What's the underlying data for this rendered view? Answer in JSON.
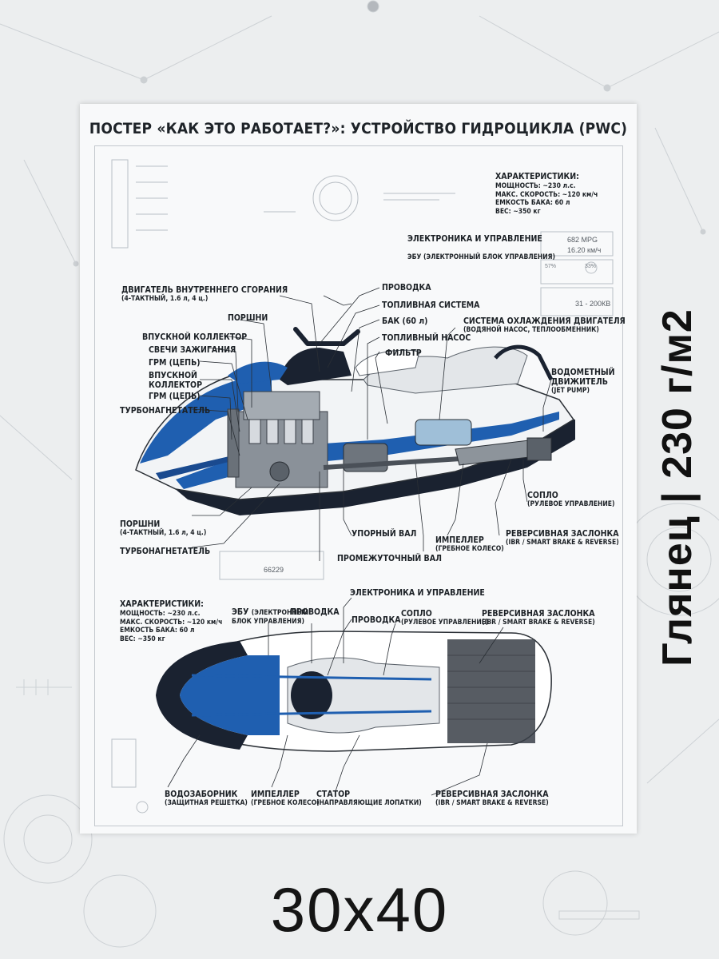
{
  "poster": {
    "title": "ПОСТЕР «КАК ЭТО РАБОТАЕТ?»: УСТРОЙСТВО ГИДРОЦИКЛА (PWC)",
    "specs_top": {
      "heading": "ХАРАКТЕРИСТИКИ:",
      "lines": [
        "МОЩНОСТЬ: ~230 л.с.",
        "МАКС. СКОРОСТЬ: ~120 км/ч",
        "ЕМКОСТЬ БАКА: 60 л",
        "ВЕС: ~350 кг"
      ]
    },
    "specs_bottom": {
      "heading": "ХАРАКТЕРИСТИКИ:",
      "lines": [
        "МОЩНОСТЬ: ~230 л.с.",
        "МАКС. СКОРОСТЬ: ~120 км/ч",
        "ЕМКОСТЬ БАКА: 60 л",
        "ВЕС: ~350 кг"
      ]
    },
    "side_labels": {
      "electronics": "ЭЛЕКТРОНИКА И УПРАВЛЕНИЕ",
      "ecu": "ЭБУ (ЭЛЕКТРОННЫЙ БЛОК УПРАВЛЕНИЯ)",
      "engine": "ДВИГАТЕЛЬ ВНУТРЕННЕГО СГОРАНИЯ",
      "engine_sub": "(4-ТАКТНЫЙ, 1.6 л, 4 ц.)",
      "wiring": "ПРОВОДКА",
      "fuel_system": "ТОПЛИВНАЯ СИСТЕМА",
      "pistons": "ПОРШНИ",
      "tank": "БАК (60 л)",
      "intake_manifold": "ВПУСКНОЙ КОЛЛЕКТОР",
      "fuel_pump": "ТОПЛИВНЫЙ НАСОС",
      "cooling": "СИСТЕМА ОХЛАЖДЕНИЯ ДВИГАТЕЛЯ",
      "cooling_sub": "(ВОДЯНОЙ НАСОС, ТЕПЛООБМЕННИК)",
      "spark_plugs": "СВЕЧИ ЗАЖИГАНИЯ",
      "timing": "ГРМ (ЦЕПЬ)",
      "filter": "ФИЛЬТР",
      "intake_manifold_2a": "ВПУСКНОЙ",
      "intake_manifold_2b": "КОЛЛЕКТОР",
      "waterjet": "ВОДОМЕТНЫЙ",
      "waterjet_2": "ДВИЖИТЕЛЬ",
      "waterjet_sub": "(JET PUMP)",
      "timing_2": "ГРМ (ЦЕПЬ)",
      "turbo": "ТУРБОНАГНЕТАТЕЛЬ",
      "nozzle": "СОПЛО",
      "nozzle_sub": "(РУЛЕВОЕ УПРАВЛЕНИЕ)",
      "pistons_2": "ПОРШНИ",
      "pistons_2_sub": "(4-ТАКТНЫЙ, 1.6 л, 4 ц.)",
      "thrust_shaft": "УПОРНЫЙ ВАЛ",
      "impeller": "ИМПЕЛЛЕР",
      "impeller_sub": "(ГРЕБНОЕ КОЛЕСО)",
      "reverse": "РЕВЕРСИВНАЯ ЗАСЛОНКА",
      "reverse_sub": "(IBR / SMART BRAKE & REVERSE)",
      "turbo_2": "ТУРБОНАГНЕТАТЕЛЬ",
      "intermediate_shaft": "ПРОМЕЖУТОЧНЫЙ ВАЛ"
    },
    "top_labels": {
      "electronics": "ЭЛЕКТРОНИКА И УПРАВЛЕНИЕ",
      "ecu": "ЭБУ",
      "ecu_paren": "(ЭЛЕКТРОННЫЙ",
      "ecu_sub": "БЛОК УПРАВЛЕНИЯ)",
      "wiring": "ПРОВОДКА",
      "wiring_2": "ПРОВОДКА",
      "nozzle": "СОПЛО",
      "nozzle_sub": "(РУЛЕВОЕ УПРАВЛЕНИЕ)",
      "reverse": "РЕВЕРСИВНАЯ ЗАСЛОНКА",
      "reverse_sub": "(IBR / SMART BRAKE & REVERSE)",
      "intake": "ВОДОЗАБОРНИК",
      "intake_sub": "(ЗАЩИТНАЯ РЕШЕТКА)",
      "impeller": "ИМПЕЛЛЕР",
      "impeller_sub": "(ГРЕБНОЕ КОЛЕСО)",
      "stator": "СТАТОР",
      "stator_sub": "(НАПРАВЛЯЮЩИЕ ЛОПАТКИ)",
      "reverse_2": "РЕВЕРСИВНАЯ ЗАСЛОНКА",
      "reverse_2_sub": "(IBR / SMART BRAKE & REVERSE)"
    },
    "dashboard": {
      "rpm": "682 MPG",
      "speed": "16.20 км/ч",
      "percent_a": "57%",
      "percent_b": "33%",
      "range": "31 - 200КВ",
      "code": "66229"
    }
  },
  "product": {
    "size": "30x40",
    "finish": "Глянец | 230 г/м2"
  },
  "colors": {
    "hull_blue": "#1f5fb0",
    "hull_white": "#f4f6f8",
    "hull_dark": "#1a2230",
    "engine_gray": "#7b828a",
    "line": "#2a2f35"
  }
}
